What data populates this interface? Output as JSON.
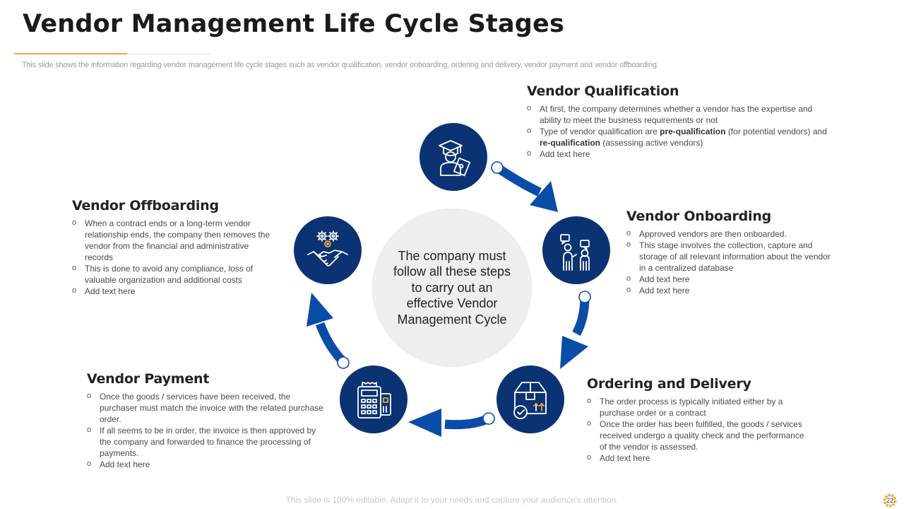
{
  "title": "Vendor Management Life Cycle Stages",
  "subtitle": "This slide shows the information regarding vendor management life cycle stages such as vendor qualification, vendor onboarding, ordering and delivery, vendor payment and vendor offboarding.",
  "center_text": "The company must follow all these steps to carry out an effective Vendor Management Cycle",
  "colors": {
    "circle": "#0b3374",
    "arrow": "#0a4da8",
    "accent": "#f0a53a",
    "center": "#eeeeee"
  },
  "stages": {
    "qualification": {
      "title": "Vendor Qualification",
      "icon": "graduate-icon",
      "bullets": [
        "At first, the company determines whether a vendor has the expertise and ability to meet the business requirements or not",
        "Type of vendor qualification are",
        "pre-qualification",
        "(for potential vendors) and",
        "re-qualification",
        "(assessing active vendors)",
        "Add text here"
      ]
    },
    "onboarding": {
      "title": "Vendor Onboarding",
      "icon": "people-meeting-icon",
      "bullets": [
        "Approved vendors are then onboarded.",
        "This stage involves the collection, capture and storage of all relevant information about the vendor in a centralized database",
        "Add text here",
        "Add text here"
      ]
    },
    "ordering": {
      "title": "Ordering and Delivery",
      "icon": "package-check-icon",
      "bullets": [
        "The order process is typically initiated either by a purchase order or a contract",
        "Once the order has been fulfilled, the goods / services received undergo a quality check and the performance of the vendor is assessed.",
        "Add text here"
      ]
    },
    "payment": {
      "title": "Vendor Payment",
      "icon": "pos-terminal-icon",
      "bullets": [
        "Once the goods / services have been received, the purchaser must match the invoice with the related purchase order.",
        "If all seems to be in order, the invoice is then approved by the company and forwarded to finance the processing of payments.",
        "Add text here"
      ]
    },
    "offboarding": {
      "title": "Vendor Offboarding",
      "icon": "handshake-gears-icon",
      "bullets": [
        "When a contract ends or a long-term vendor relationship ends, the company then removes the vendor from the financial and administrative records",
        "This is done to avoid any compliance, loss of valuable organization and additional costs",
        "Add text here"
      ]
    }
  },
  "footer": "This slide is 100% editable. Adapt it to your needs and capture your audience's attention.",
  "page_number": "22"
}
